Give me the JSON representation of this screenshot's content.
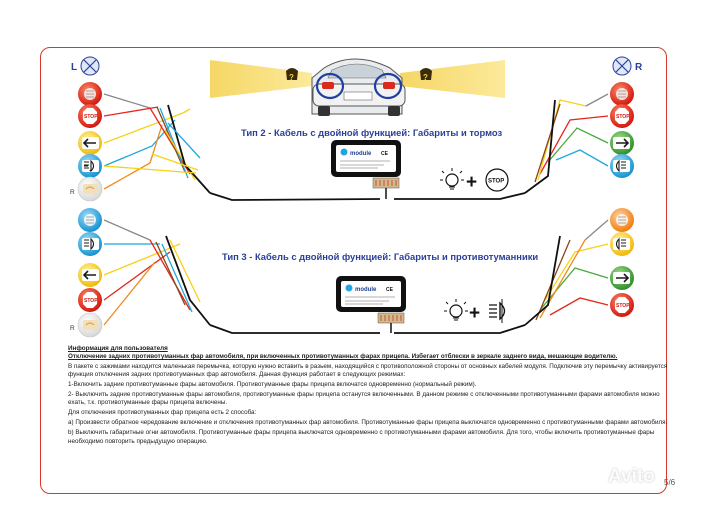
{
  "header": {
    "left_side": "L",
    "right_side": "R"
  },
  "diagrams": [
    {
      "title": "Тип 2  - Кабель с двойной функцией: Габариты и тормоз",
      "left_row_label": "R",
      "module": {
        "brand": "module",
        "mark": "CE"
      },
      "symbols": "+",
      "stop_text": "STOP"
    },
    {
      "title": "Тип 3  - Кабель с двойной функцией: Габариты и  противотуманники",
      "left_row_label": "R",
      "module": {
        "brand": "module",
        "mark": "CE"
      },
      "symbols": "+"
    }
  ],
  "lamp_labels": {
    "stop": "STOP"
  },
  "info": {
    "heading": "Информация для пользователя",
    "warning": "Отключение задних противотуманных фар автомобиля, при включенных противотуманных фарах прицепа. Избегает отблески в зеркале заднего  вида, мешающие водителю.",
    "paragraphs": [
      "В пакете с зажимами находится маленькая перемычка, которую нужно вставить в разьем,  находящийся с противоположной стороны от основных кабелей модуля. Подключив эту перемычку активируется функция отключения  задних противотуманных фар  автомобиля.  Данная функция работает в следующих режимах:",
      "1-Включить  задние противотуманные фары автомобиля. Противотуманные фары прицепа включатся одновременно (нормальный режим).",
      "2- Выключить задние противотуманные фары автомобиля, противотуманные фары прицепа останутся включенными. В данном режиме с отключенными противотуманными фарами автомобиля можно ехать, т.к. противотуманные фары прицепа включены.",
      "Для отключения противотуманных фар прицепа есть 2 способа:",
      "a) Произвести обратное чередование включение и отключения противотуманных фар автомобиля.  Противотуманные фары прицепа выключатся одновременно с противотуманными фарами автомобиля.",
      "b) Выключить габаритные огни автомобиля. Противотуманные фары прицепа выключатся одновременно с противотуманными фарами автомобиля. Для того, чтобы включить противотуманные фары необходимо повторить предыдущую операцию."
    ]
  },
  "page_number": "5/6",
  "watermark": "Avito",
  "colors": {
    "frame": "#d9392c",
    "title": "#2a3f98",
    "stop_red": "#e5261c",
    "fog_blue": "#1fa7e1",
    "indicator_yellow": "#f7d117",
    "indicator_green": "#49a83e",
    "position_orange": "#f08a1c"
  },
  "icons": [
    "lamp-icon",
    "stop-icon",
    "left-arrow-icon",
    "right-arrow-icon",
    "fog-light-icon",
    "reverse-light-icon",
    "warning-bell-icon",
    "car-rear-icon",
    "module-box-icon",
    "light-bulb-icon",
    "cross-icon"
  ]
}
